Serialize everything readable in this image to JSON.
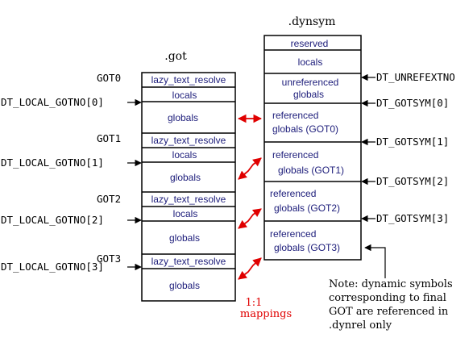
{
  "got": {
    "title": ".got",
    "cells": [
      {
        "text": "lazy_text_resolve"
      },
      {
        "text": "locals"
      },
      {
        "text": "globals"
      },
      {
        "text": "lazy_text_resolve"
      },
      {
        "text": "locals"
      },
      {
        "text": "globals"
      },
      {
        "text": "lazy_text_resolve"
      },
      {
        "text": "locals"
      },
      {
        "text": "globals"
      },
      {
        "text": "lazy_text_resolve"
      },
      {
        "text": "globals"
      }
    ],
    "section_labels": [
      "GOT0",
      "GOT1",
      "GOT2",
      "GOT3"
    ],
    "left_labels": [
      "DT_LOCAL_GOTNO[0]",
      "DT_LOCAL_GOTNO[1]",
      "DT_LOCAL_GOTNO[2]",
      "DT_LOCAL_GOTNO[3]"
    ]
  },
  "dynsym": {
    "title": ".dynsym",
    "cells": [
      {
        "lines": [
          "reserved"
        ]
      },
      {
        "lines": [
          "locals"
        ]
      },
      {
        "lines": [
          "unreferenced",
          "globals"
        ]
      },
      {
        "lines": [
          "referenced",
          "globals  (GOT0)"
        ]
      },
      {
        "lines": [
          "referenced",
          "globals  (GOT1)"
        ]
      },
      {
        "lines": [
          "referenced",
          "globals  (GOT2)"
        ]
      },
      {
        "lines": [
          "referenced",
          "globals  (GOT3)"
        ]
      }
    ],
    "right_labels": [
      "DT_UNREFEXTNO",
      "DT_GOTSYM[0]",
      "DT_GOTSYM[1]",
      "DT_GOTSYM[2]",
      "DT_GOTSYM[3]"
    ]
  },
  "mapping_label": [
    "1:1",
    "mappings"
  ],
  "note": [
    "Note: dynamic symbols",
    "corresponding to final",
    "GOT are referenced in",
    ".dynrel only"
  ],
  "colors": {
    "mapping": "#e00000",
    "cell_text": "#1c1c7a"
  }
}
